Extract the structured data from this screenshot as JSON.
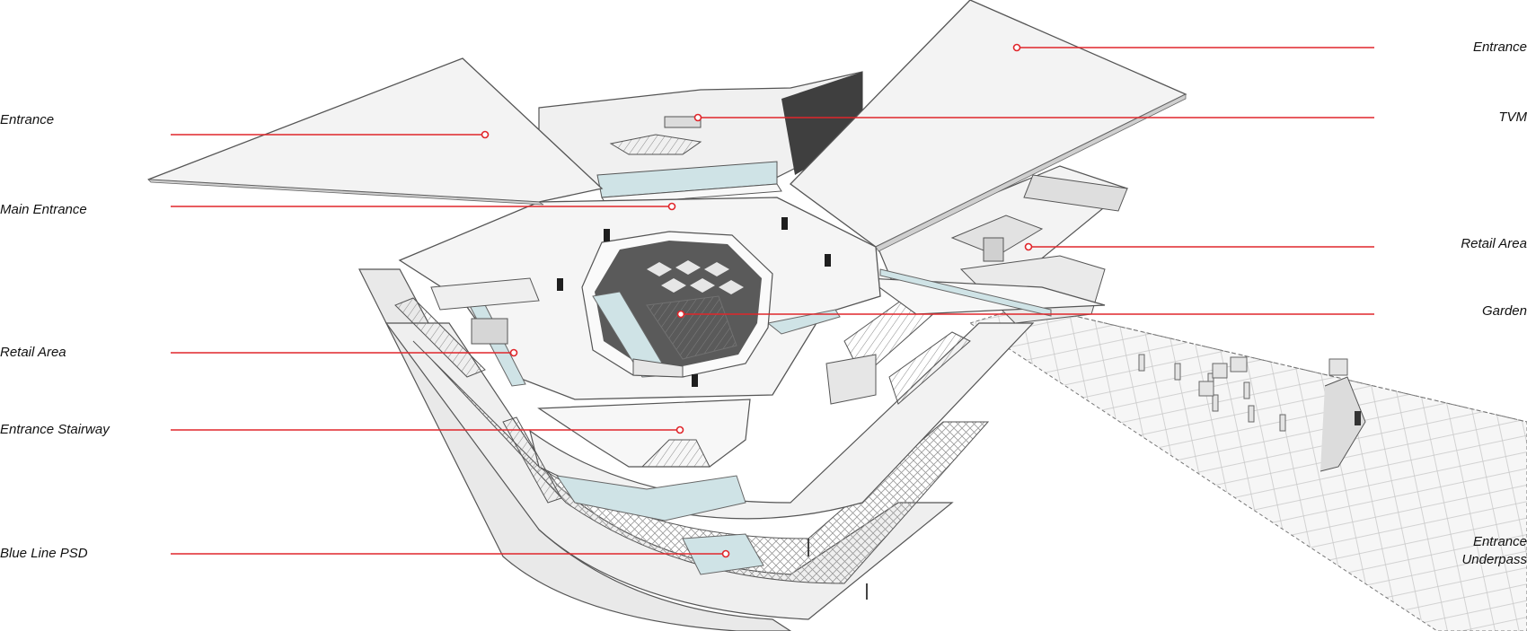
{
  "diagram": {
    "leader_color": "#e0262b",
    "structure_stroke": "#5a5a5a",
    "glass_color": "#cfe3e6",
    "labels_left": [
      {
        "id": "entrance-left",
        "text": "Entrance"
      },
      {
        "id": "main-entrance",
        "text": "Main Entrance"
      },
      {
        "id": "retail-area-left",
        "text": "Retail Area"
      },
      {
        "id": "entrance-stairway",
        "text": "Entrance Stairway"
      },
      {
        "id": "blue-line-psd",
        "text": "Blue Line PSD"
      }
    ],
    "labels_right": [
      {
        "id": "entrance-right",
        "text": "Entrance"
      },
      {
        "id": "tvm",
        "text": "TVM"
      },
      {
        "id": "retail-area-right",
        "text": "Retail Area"
      },
      {
        "id": "garden",
        "text": "Garden"
      },
      {
        "id": "entrance-underpass-1",
        "text": "Entrance"
      },
      {
        "id": "entrance-underpass-2",
        "text": "Underpass"
      }
    ]
  }
}
